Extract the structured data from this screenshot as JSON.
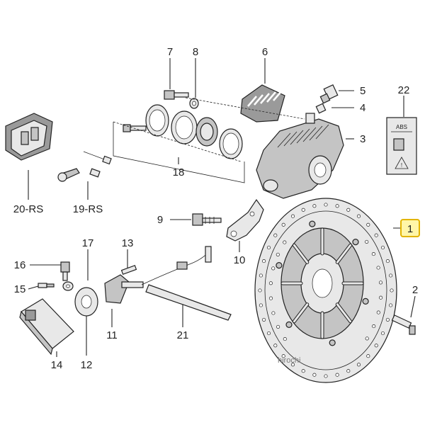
{
  "callouts": {
    "c1": "1",
    "c2": "2",
    "c3": "3",
    "c4": "4",
    "c5": "5",
    "c6": "6",
    "c7": "7",
    "c8": "8",
    "c9": "9",
    "c10": "10",
    "c11": "11",
    "c12": "12",
    "c13": "13",
    "c14": "14",
    "c15": "15",
    "c16": "16",
    "c17": "17",
    "c18": "18",
    "c19": "19-RS",
    "c20": "20-RS",
    "c21": "21",
    "c22": "22"
  },
  "abs_label": "ABS",
  "watermark": "hirochi",
  "colors": {
    "highlight": "#fff6a8",
    "highlight_border": "#e2b400",
    "line": "#222222"
  }
}
